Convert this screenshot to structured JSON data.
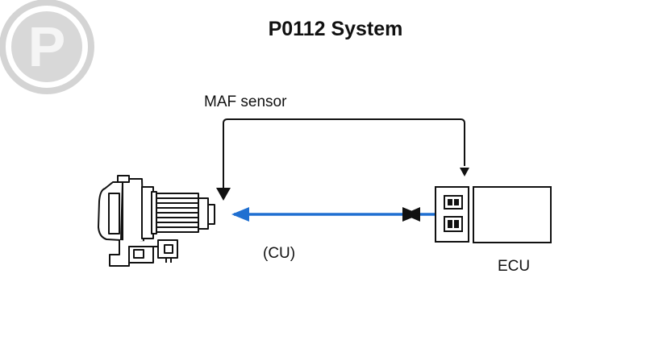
{
  "title": "P0112 System",
  "labels": {
    "maf_sensor": "MAF sensor",
    "cu": "(CU)",
    "ecu": "ECU"
  },
  "logo": {
    "letter": "P",
    "color": "#cfcfcf"
  },
  "colors": {
    "signal_line": "#1f6fd1",
    "outline": "#111111"
  }
}
